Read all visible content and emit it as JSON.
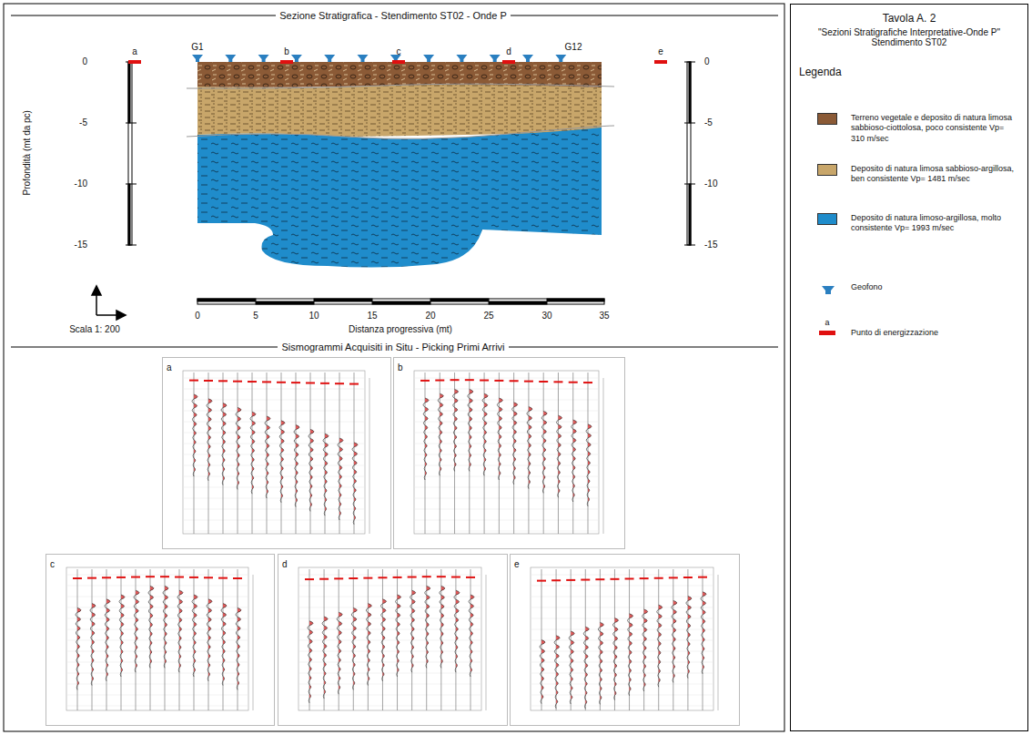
{
  "diagram": {
    "title": "Sezione Stratigrafica - Stendimento ST02 - Onde P",
    "nodes": [
      {
        "text": [
          "Tavola A. 2",
          "\"Sezioni Stratigrafiche Interpretative-Onde P\" Stendimento ST02"
        ]
      },
      {
        "text": [
          "a"
        ]
      },
      {
        "text": [
          "b"
        ]
      },
      {
        "text": [
          "c"
        ]
      },
      {
        "text": [
          "d"
        ]
      },
      {
        "text": [
          "e"
        ]
      }
    ],
    "labels": [
      "Sismogrammi Acquisiti in Situ - Picking Primi Arrivi",
      "a",
      "b",
      "c",
      "d",
      "e",
      "G1",
      "G12",
      "0",
      "-5",
      "-10",
      "-15",
      "0",
      "-5",
      "-10",
      "-15",
      "Profondità (mt da pc)",
      "Scala 1: 200",
      "0",
      "5",
      "10",
      "15",
      "20",
      "25",
      "30",
      "35",
      "Distanza progressiva (mt)",
      "Legenda",
      "a"
    ],
    "legend": [
      {
        "text": "Terreno vegetale e deposito di natura limosa sabbioso-ciottolosa, poco consistente Vp= 310 m/sec",
        "color": "#8b5a36"
      },
      {
        "text": "Deposito di natura limosa sabbioso-argillosa, ben consistente Vp= 1481 m/sec",
        "color": "#c8a66a"
      },
      {
        "text": "Deposito di natura limoso-argillosa, molto consistente Vp= 1993 m/sec",
        "color": "#1f8ccb"
      },
      {
        "text": "Geofono"
      },
      {
        "text": "Punto di energizzazione"
      }
    ]
  }
}
